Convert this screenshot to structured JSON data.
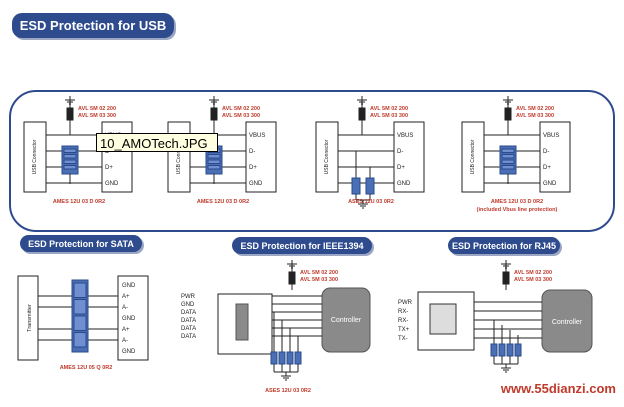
{
  "title": "ESD Protection for USB",
  "section_sata": "ESD Protection for SATA",
  "section_1394": "ESD Protection for IEEE1394",
  "section_rj45": "ESD Protection for RJ45",
  "tooltip": "10_AMOTech.JPG",
  "watermark": "www.55dianzi.com",
  "avl1": "AVL 5M 02 200",
  "avl2": "AVL 5M 03 300",
  "usb_connector": "USB Connector",
  "connector_short": "Connector",
  "ames_usb1": "AMES 12U 03 D 0R2",
  "ames_usb2": "AMES 12U 03 D 0R2",
  "ases_usb3": "ASES 12U 03 0R2",
  "ames_usb4": "AMES 12U 03 D 0R2",
  "ames_usb4_note": "(included Vbus line protection)",
  "sata_transmitter": "Transmitter",
  "sata_ames": "AMES 12U 05 Q 0R2",
  "ases_1394": "ASES 12U 03 0R2",
  "controller": "Controller",
  "colors": {
    "accent": "#2e4b8e",
    "red": "#c0392b",
    "ic": "#4a6fb5",
    "gray": "#8a8a8a"
  },
  "usb_pins": [
    "VBUS",
    "D-",
    "D+",
    "GND"
  ],
  "sata_pins": [
    "GND",
    "A+",
    "A-",
    "GND",
    "A+",
    "A-",
    "GND"
  ],
  "ieee_pins": [
    "PWR",
    "GND",
    "DATA",
    "DATA",
    "DATA",
    "DATA"
  ],
  "rj45_pins": [
    "PWR",
    "RX-",
    "RX-",
    "TX+",
    "TX-"
  ]
}
